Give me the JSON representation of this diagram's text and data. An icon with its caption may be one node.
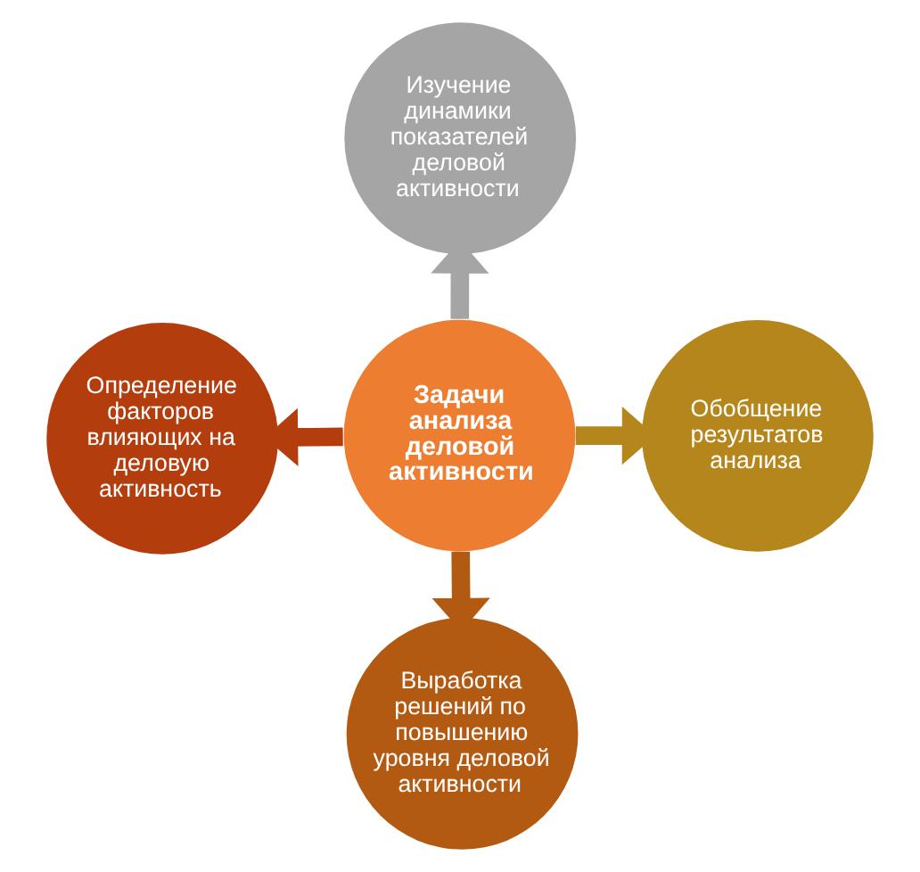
{
  "diagram": {
    "nodes": [
      {
        "text": [
          "Изучение динамики показателей деловой активности"
        ]
      },
      {
        "text": [
          "Определение факторов влияющих на деловую активность"
        ]
      },
      {
        "text": [
          "Задачи анализа деловой активности"
        ]
      },
      {
        "text": [
          "Обобщение результатов анализа"
        ]
      },
      {
        "text": [
          "Выработка решений по повышению уровня деловой активности"
        ]
      }
    ],
    "edges": [
      {
        "from": 2,
        "to": 0,
        "arrow": "to",
        "color": "#a5a5a5"
      },
      {
        "from": 2,
        "to": 3,
        "arrow": "to",
        "color": "#b4861c"
      },
      {
        "from": 2,
        "to": 4,
        "arrow": "to",
        "color": "#b35a12"
      },
      {
        "from": 2,
        "to": 1,
        "arrow": "to",
        "color": "#b43d0e"
      }
    ]
  }
}
